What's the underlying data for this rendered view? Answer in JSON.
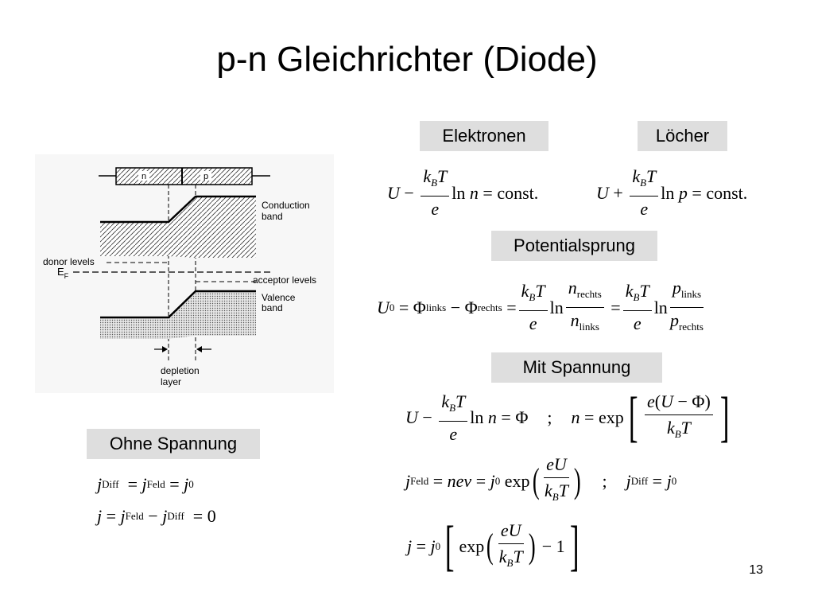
{
  "slide": {
    "title": "p-n Gleichrichter (Diode)",
    "page_number": "13"
  },
  "labels": {
    "elektronen": "Elektronen",
    "loecher": "Löcher",
    "potentialsprung": "Potentialsprung",
    "mit_spannung": "Mit Spannung",
    "ohne_spannung": "Ohne Spannung"
  },
  "diagram": {
    "n_label": "n",
    "p_label": "p",
    "conduction_band": [
      "Conduction",
      "band"
    ],
    "valence_band": [
      "Valence",
      "band"
    ],
    "donor_levels": "donor levels",
    "fermi_level": "E",
    "fermi_sub": "F",
    "acceptor_levels": "acceptor levels",
    "depletion_layer": [
      "depletion",
      "layer"
    ]
  },
  "equations": {
    "const": "const.",
    "ln": "ln",
    "exp": "exp",
    "semicolon": ";",
    "sub_links": "links",
    "sub_rechts": "rechts",
    "sub_feld": "Feld",
    "sub_diff": "Diff",
    "one": "1",
    "zero": "0"
  }
}
